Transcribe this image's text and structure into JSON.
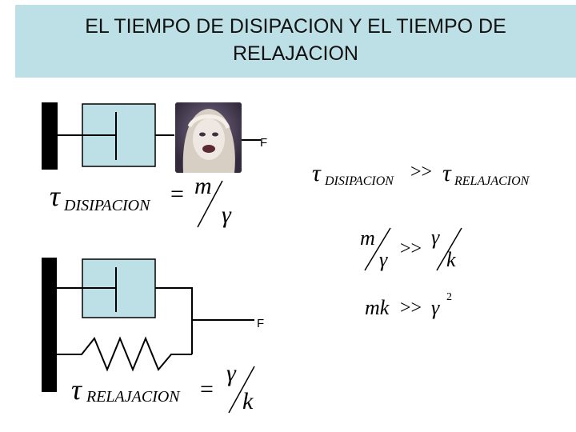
{
  "title": {
    "line1": "EL TIEMPO DE DISIPACION Y EL TIEMPO DE",
    "line2": "RELAJACION"
  },
  "force_label": "F",
  "equations": {
    "tau_symbol": "τ",
    "dissipation_sub": "DISIPACION",
    "relaxation_sub": "RELAJACION",
    "equals": "=",
    "m": "m",
    "gamma": "γ",
    "k": "k",
    "much_greater": ">>",
    "mk": "mk",
    "squared": "2"
  },
  "colors": {
    "title_background": "#bde0e6",
    "dashpot_fill": "#bde0e6",
    "wall": "#000000"
  },
  "icons": {
    "photo": "woman-face-photo"
  }
}
